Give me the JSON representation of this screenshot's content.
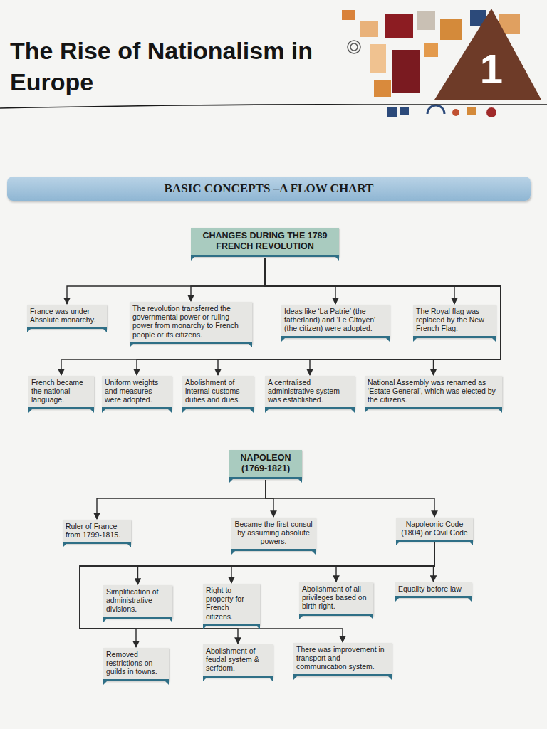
{
  "diagram": {
    "title": "The Rise of Nationalism in Europe",
    "nodes": [
      {
        "text": [
          "BASIC CONCEPTS –A FLOW CHART"
        ]
      },
      {
        "text": [
          "CHANGES DURING THE 1789 FRENCH REVOLUTION"
        ]
      },
      {
        "text": [
          "France was under Absolute monarchy."
        ]
      },
      {
        "text": [
          "The revolution transferred the governmental power or ruling power from monarchy to French people or its citizens."
        ]
      },
      {
        "text": [
          "Ideas like ‘La Patrie’ (the fatherland) and ‘Le Citoyen’ (the citizen) were adopted."
        ]
      },
      {
        "text": [
          "The Royal flag was replaced by the New French Flag."
        ]
      },
      {
        "text": [
          "French became the national language."
        ]
      },
      {
        "text": [
          "Uniform weights and measures were adopted."
        ]
      },
      {
        "text": [
          "Abolishment of internal customs duties and dues."
        ]
      },
      {
        "text": [
          "A centralised administrative system was established."
        ]
      },
      {
        "text": [
          "National Assembly was renamed as ‘Estate General’, which was elected by the citizens."
        ]
      },
      {
        "text": [
          "NAPOLEON (1769-1821)"
        ]
      },
      {
        "text": [
          "Ruler of France from 1799-1815."
        ]
      },
      {
        "text": [
          "Became the first consul by assuming absolute powers."
        ]
      },
      {
        "text": [
          "Napoleonic Code (1804) or Civil Code"
        ]
      },
      {
        "text": [
          "Simplification of administrative divisions."
        ]
      },
      {
        "text": [
          "Right to property for French citizens."
        ]
      },
      {
        "text": [
          "Abolishment of all privileges based on birth right."
        ]
      },
      {
        "text": [
          "Equality before law"
        ]
      },
      {
        "text": [
          "Removed restrictions on guilds in towns."
        ]
      },
      {
        "text": [
          "Abolishment of feudal system & serfdom."
        ]
      },
      {
        "text": [
          "There was improvement in transport and communication system."
        ]
      }
    ],
    "edges": [
      {
        "from": 1,
        "to": 2,
        "arrow": "to"
      },
      {
        "from": 1,
        "to": 3,
        "arrow": "to"
      },
      {
        "from": 1,
        "to": 4,
        "arrow": "to"
      },
      {
        "from": 1,
        "to": 5,
        "arrow": "to"
      },
      {
        "from": 1,
        "to": 6,
        "arrow": "to"
      },
      {
        "from": 1,
        "to": 7,
        "arrow": "to"
      },
      {
        "from": 1,
        "to": 8,
        "arrow": "to"
      },
      {
        "from": 1,
        "to": 9,
        "arrow": "to"
      },
      {
        "from": 1,
        "to": 10,
        "arrow": "to"
      },
      {
        "from": 11,
        "to": 12,
        "arrow": "to"
      },
      {
        "from": 11,
        "to": 13,
        "arrow": "to"
      },
      {
        "from": 11,
        "to": 14,
        "arrow": "to"
      },
      {
        "from": 14,
        "to": 15,
        "arrow": "to"
      },
      {
        "from": 14,
        "to": 16,
        "arrow": "to"
      },
      {
        "from": 14,
        "to": 17,
        "arrow": "to"
      },
      {
        "from": 14,
        "to": 18,
        "arrow": "to"
      },
      {
        "from": 14,
        "to": 19,
        "arrow": "to"
      },
      {
        "from": 14,
        "to": 20,
        "arrow": "to"
      },
      {
        "from": 14,
        "to": 21,
        "arrow": "to"
      }
    ],
    "labels": [
      "1"
    ]
  }
}
